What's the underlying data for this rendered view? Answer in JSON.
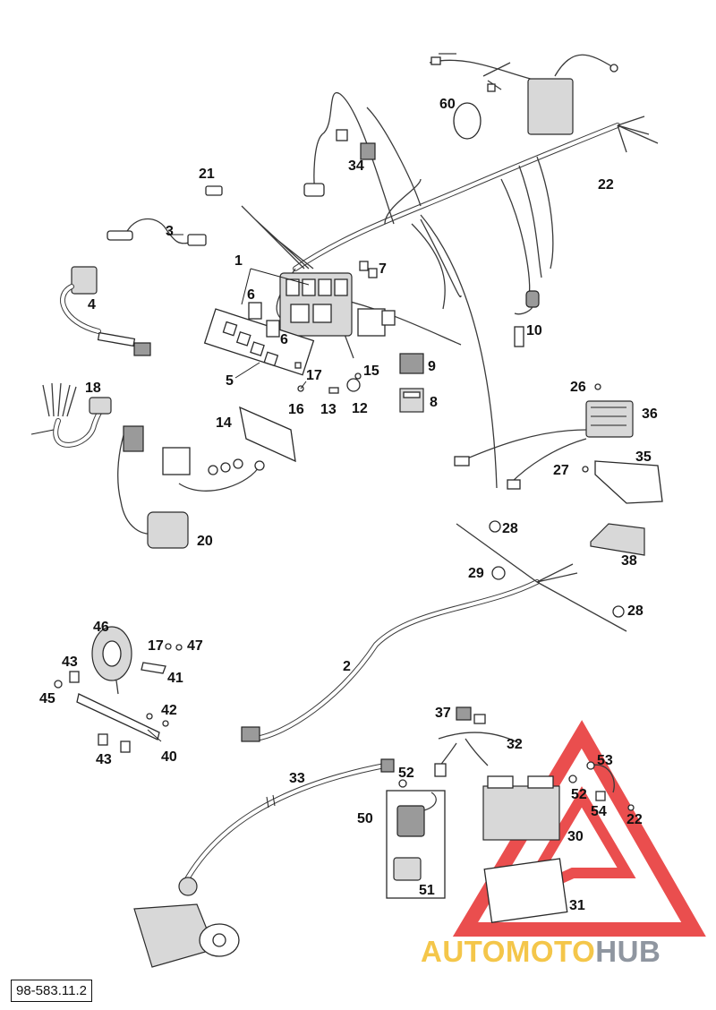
{
  "diagram": {
    "reference_code": "98-583.11.2",
    "watermark": {
      "part1": "AUTOMOTO",
      "part2": "HUB"
    },
    "callouts": [
      {
        "id": "c1",
        "text": "1"
      },
      {
        "id": "c2",
        "text": "2"
      },
      {
        "id": "c3",
        "text": "3"
      },
      {
        "id": "c4",
        "text": "4"
      },
      {
        "id": "c5",
        "text": "5"
      },
      {
        "id": "c6a",
        "text": "6"
      },
      {
        "id": "c6b",
        "text": "6"
      },
      {
        "id": "c7",
        "text": "7"
      },
      {
        "id": "c8",
        "text": "8"
      },
      {
        "id": "c9",
        "text": "9"
      },
      {
        "id": "c10",
        "text": "10"
      },
      {
        "id": "c12",
        "text": "12"
      },
      {
        "id": "c13",
        "text": "13"
      },
      {
        "id": "c14",
        "text": "14"
      },
      {
        "id": "c15",
        "text": "15"
      },
      {
        "id": "c16",
        "text": "16"
      },
      {
        "id": "c17a",
        "text": "17"
      },
      {
        "id": "c17b",
        "text": "17"
      },
      {
        "id": "c18",
        "text": "18"
      },
      {
        "id": "c20",
        "text": "20"
      },
      {
        "id": "c21",
        "text": "21"
      },
      {
        "id": "c22a",
        "text": "22"
      },
      {
        "id": "c22b",
        "text": "22"
      },
      {
        "id": "c26",
        "text": "26"
      },
      {
        "id": "c27",
        "text": "27"
      },
      {
        "id": "c28a",
        "text": "28"
      },
      {
        "id": "c28b",
        "text": "28"
      },
      {
        "id": "c29",
        "text": "29"
      },
      {
        "id": "c30",
        "text": "30"
      },
      {
        "id": "c31",
        "text": "31"
      },
      {
        "id": "c32",
        "text": "32"
      },
      {
        "id": "c33",
        "text": "33"
      },
      {
        "id": "c34",
        "text": "34"
      },
      {
        "id": "c35",
        "text": "35"
      },
      {
        "id": "c36",
        "text": "36"
      },
      {
        "id": "c37",
        "text": "37"
      },
      {
        "id": "c38",
        "text": "38"
      },
      {
        "id": "c40",
        "text": "40"
      },
      {
        "id": "c41",
        "text": "41"
      },
      {
        "id": "c42",
        "text": "42"
      },
      {
        "id": "c43a",
        "text": "43"
      },
      {
        "id": "c43b",
        "text": "43"
      },
      {
        "id": "c45",
        "text": "45"
      },
      {
        "id": "c46",
        "text": "46"
      },
      {
        "id": "c47",
        "text": "47"
      },
      {
        "id": "c50",
        "text": "50"
      },
      {
        "id": "c51",
        "text": "51"
      },
      {
        "id": "c52a",
        "text": "52"
      },
      {
        "id": "c52b",
        "text": "52"
      },
      {
        "id": "c53",
        "text": "53"
      },
      {
        "id": "c54",
        "text": "54"
      },
      {
        "id": "c60",
        "text": "60"
      }
    ]
  }
}
